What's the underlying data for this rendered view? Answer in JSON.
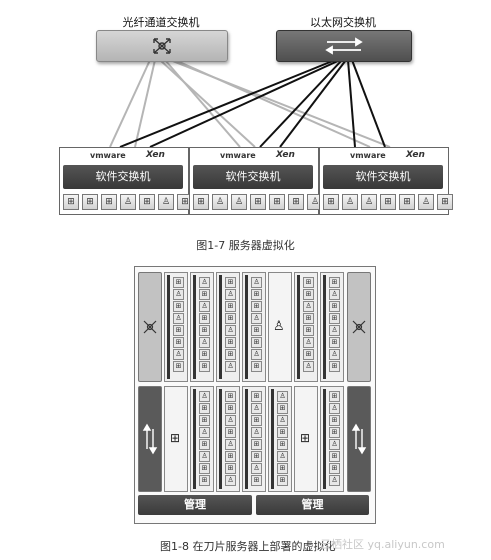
{
  "fig7": {
    "fc_switch_label": "光纤通道交换机",
    "eth_switch_label": "以太网交换机",
    "hosts": [
      {
        "vmware": "vmware",
        "xen": "Xen",
        "vswitch": "软件交换机"
      },
      {
        "vmware": "vmware",
        "xen": "Xen",
        "vswitch": "软件交换机"
      },
      {
        "vmware": "vmware",
        "xen": "Xen",
        "vswitch": "软件交换机"
      }
    ],
    "vm_icons": [
      "windows-icon",
      "windows-icon",
      "windows-icon",
      "linux-icon",
      "windows-icon",
      "linux-icon",
      "windows-icon"
    ],
    "caption": "图1-7 服务器虚拟化"
  },
  "fig8": {
    "mgmt_left": "管理",
    "mgmt_right": "管理",
    "caption": "图1-8 在刀片服务器上部署的虚拟化"
  },
  "watermark": "云栖社区 yq.aliyun.com",
  "colors": {
    "fc_switch": "#c4c4c4",
    "eth_switch": "#5f5f5f",
    "vswitch": "#444444",
    "fc_link": "#b5b5b5",
    "eth_link": "#111111"
  }
}
